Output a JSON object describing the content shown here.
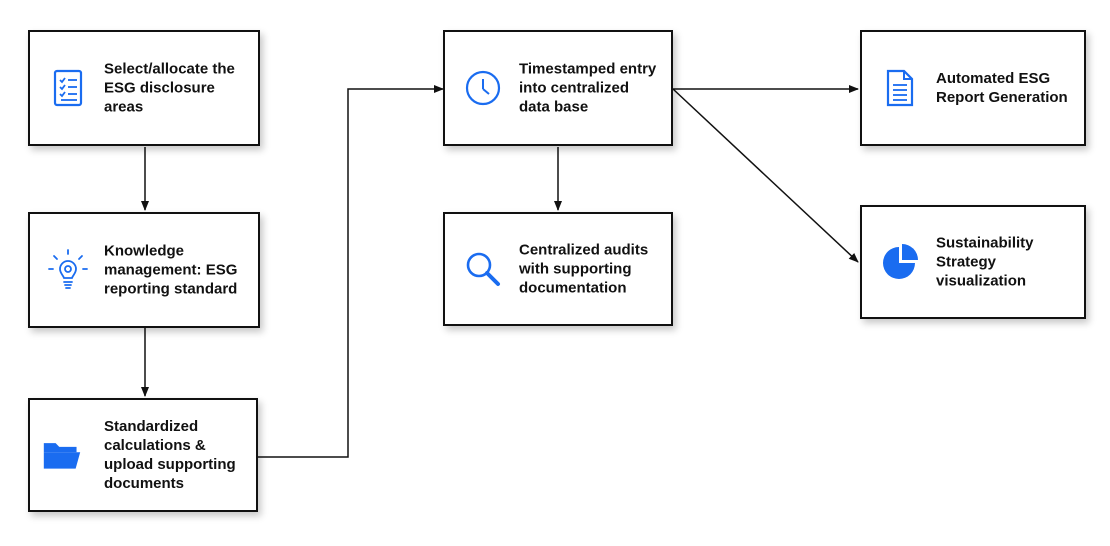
{
  "colors": {
    "accent": "#1a6cf0",
    "border": "#111111",
    "text": "#111111"
  },
  "nodes": {
    "select": {
      "label": "Select/allocate the ESG disclosure areas",
      "icon": "checklist-icon"
    },
    "knowledge": {
      "label": "Knowledge management: ESG reporting standard",
      "icon": "lightbulb-gear-icon"
    },
    "standardized": {
      "label": "Standardized calculations & upload supporting documents",
      "icon": "folder-icon"
    },
    "timestamped": {
      "label": "Timestamped entry into centralized data base",
      "icon": "clock-icon"
    },
    "audits": {
      "label": "Centralized audits with supporting documentation",
      "icon": "magnifier-icon"
    },
    "report": {
      "label": "Automated ESG Report Generation",
      "icon": "document-icon"
    },
    "visualization": {
      "label": "Sustainability Strategy visualization",
      "icon": "pie-chart-icon"
    }
  },
  "edges": [
    {
      "from": "select",
      "to": "knowledge"
    },
    {
      "from": "knowledge",
      "to": "standardized"
    },
    {
      "from": "standardized",
      "to": "timestamped"
    },
    {
      "from": "timestamped",
      "to": "audits"
    },
    {
      "from": "timestamped",
      "to": "report"
    },
    {
      "from": "timestamped",
      "to": "visualization"
    }
  ]
}
